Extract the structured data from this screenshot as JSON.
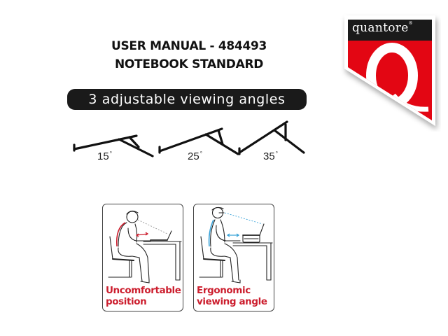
{
  "document": {
    "title_line1": "USER MANUAL - 484493",
    "title_line2": "NOTEBOOK STANDARD",
    "banner": "3 adjustable viewing angles"
  },
  "brand": {
    "name": "quantore",
    "registered_mark": "®",
    "monogram": "Q",
    "colors": {
      "red": "#e30613",
      "black": "#1a1a1a",
      "white": "#ffffff"
    }
  },
  "angles": [
    {
      "value": "15",
      "unit": "°"
    },
    {
      "value": "25",
      "unit": "°"
    },
    {
      "value": "35",
      "unit": "°"
    }
  ],
  "panels": [
    {
      "caption_line1": "Uncomfortable",
      "caption_line2": "position",
      "accent": "#cc1e2e"
    },
    {
      "caption_line1": "Ergonomic",
      "caption_line2": "viewing angle",
      "accent": "#3aa3d8"
    }
  ],
  "colors": {
    "text": "#111111",
    "caption_red": "#cc1e2e",
    "ergonomic_blue": "#3aa3d8"
  }
}
